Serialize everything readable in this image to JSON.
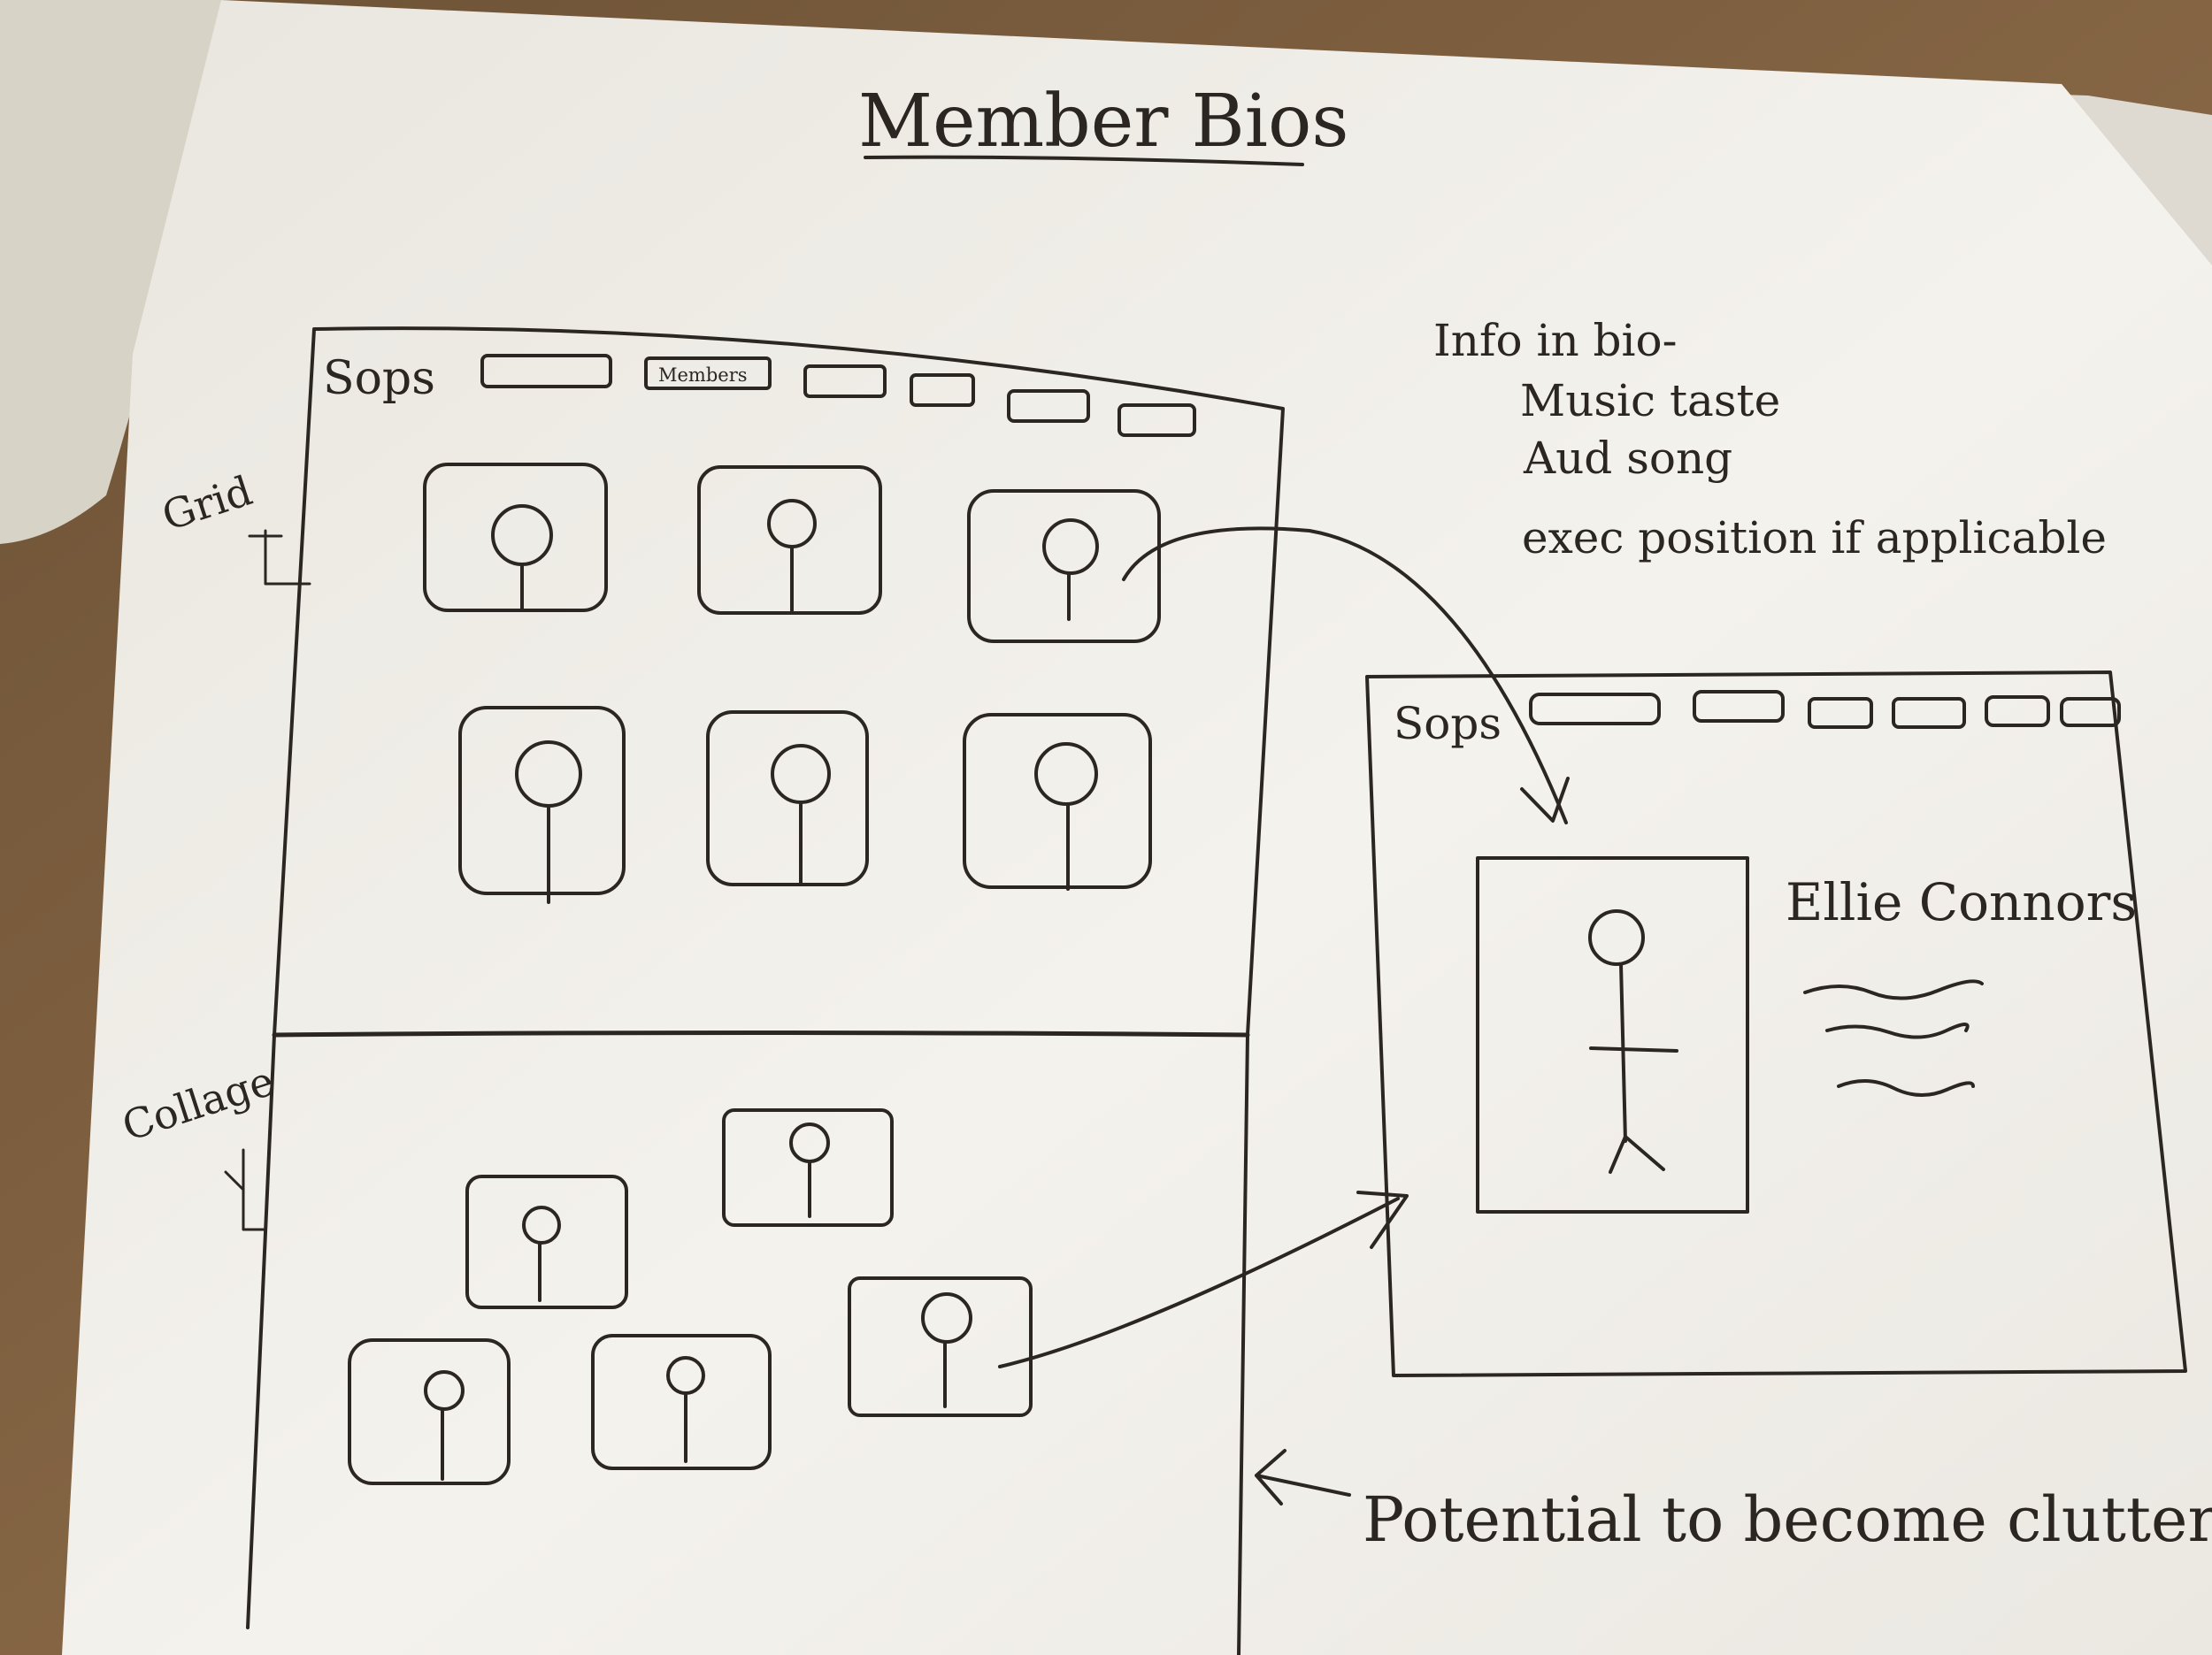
{
  "title": "Member Bios",
  "info": {
    "heading": "Info in bio-",
    "items": [
      "Music taste",
      "Aud song",
      "exec position if applicable"
    ]
  },
  "labels": {
    "grid": "Grid",
    "collage": "Collage"
  },
  "grid_mockup": {
    "brand": "Sops",
    "nav_active_label": "Members"
  },
  "detail_mockup": {
    "brand": "Sops",
    "member_name": "Ellie Connors"
  },
  "note": "Potential to become cluttered",
  "colors": {
    "paper": "#f3f1ec",
    "ink": "#2b2622",
    "table": "#8a6a45"
  }
}
